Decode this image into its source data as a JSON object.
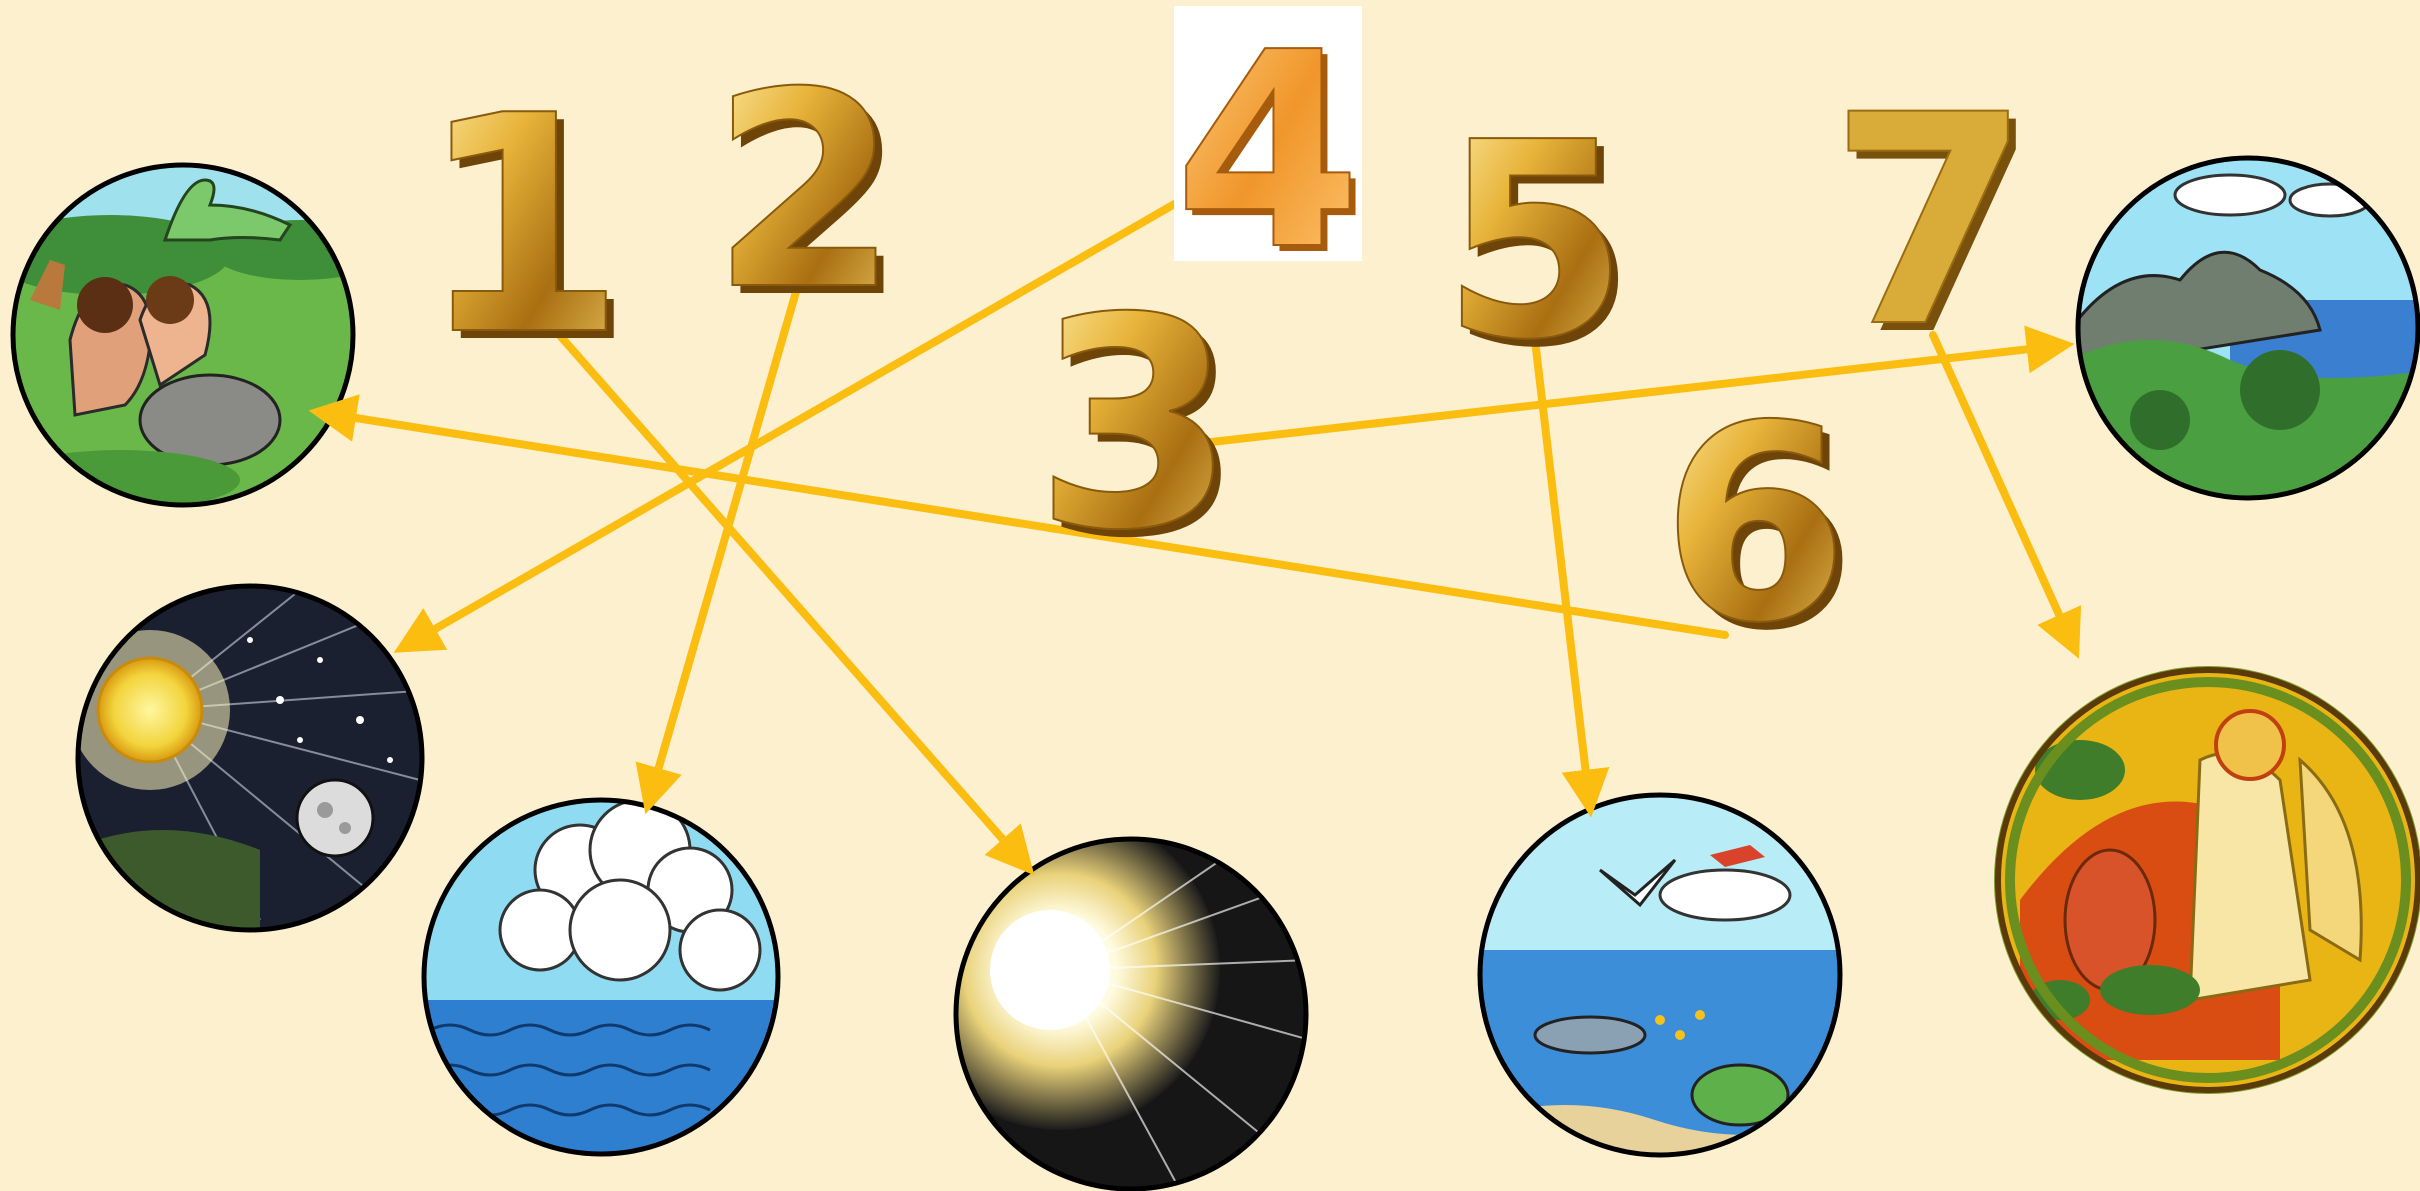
{
  "numbers": [
    {
      "id": "n1",
      "label": "1"
    },
    {
      "id": "n2",
      "label": "2"
    },
    {
      "id": "n3",
      "label": "3"
    },
    {
      "id": "n4",
      "label": "4"
    },
    {
      "id": "n5",
      "label": "5"
    },
    {
      "id": "n6",
      "label": "6"
    },
    {
      "id": "n7",
      "label": "7"
    }
  ],
  "pictures": [
    {
      "id": "p-garden",
      "icon": "adam-eve-animals-icon"
    },
    {
      "id": "p-sun-moon",
      "icon": "sun-moon-stars-icon"
    },
    {
      "id": "p-sky-sea",
      "icon": "clouds-sea-icon"
    },
    {
      "id": "p-light",
      "icon": "light-burst-icon"
    },
    {
      "id": "p-birds-fish",
      "icon": "birds-fish-icon"
    },
    {
      "id": "p-land",
      "icon": "land-plants-icon"
    },
    {
      "id": "p-rest",
      "icon": "angel-icon-painting"
    }
  ],
  "links": [
    {
      "from": "1",
      "to": "light-burst-icon"
    },
    {
      "from": "2",
      "to": "clouds-sea-icon"
    },
    {
      "from": "3",
      "to": "land-plants-icon"
    },
    {
      "from": "4",
      "to": "sun-moon-stars-icon"
    },
    {
      "from": "5",
      "to": "birds-fish-icon"
    },
    {
      "from": "6",
      "to": "adam-eve-animals-icon"
    },
    {
      "from": "7",
      "to": "angel-icon-painting"
    }
  ],
  "colors": {
    "background": "#fdf0cf",
    "arrow": "#fbbd10",
    "gold_light": "#f6dc86",
    "gold_dark": "#8a5a0c"
  }
}
